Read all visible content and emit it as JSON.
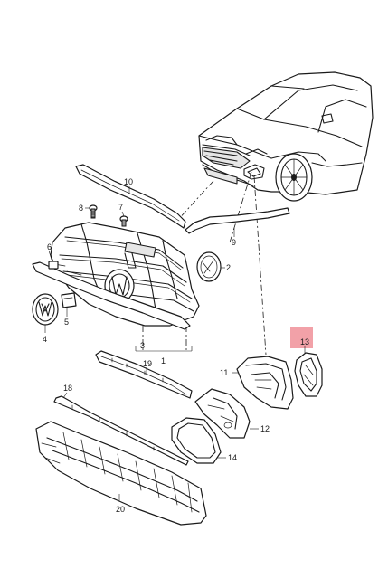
{
  "callouts": {
    "p1": "1",
    "p2": "2",
    "p3": "3",
    "p4": "4",
    "p5": "5",
    "p6": "6",
    "p7": "7",
    "p8": "8",
    "p9": "9",
    "p10": "10",
    "p11": "11",
    "p12": "12",
    "p13": "13",
    "p14": "14",
    "p18": "18",
    "p19": "19",
    "p20": "20"
  },
  "colors": {
    "highlight": "#f2a1a8",
    "ink": "#1a1a1a"
  }
}
